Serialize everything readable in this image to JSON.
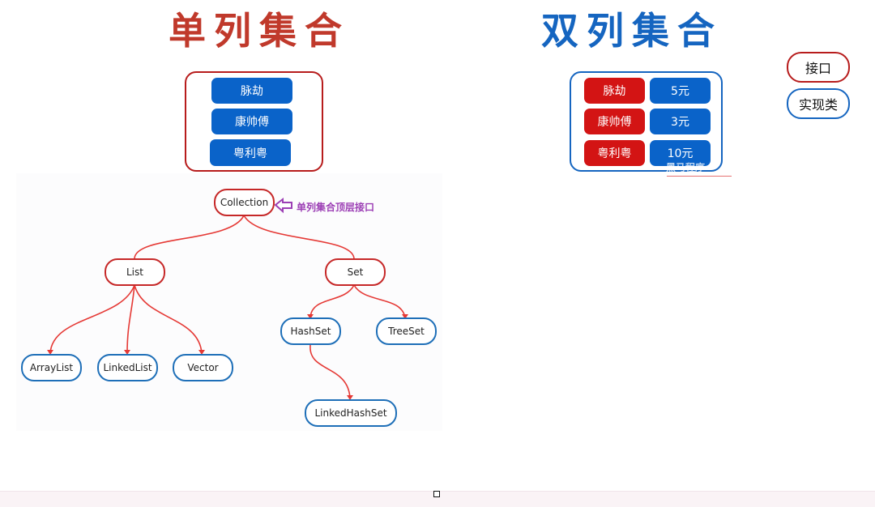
{
  "titles": {
    "single": "单列集合",
    "double": "双列集合"
  },
  "single_panel": {
    "items": [
      "脉劫",
      "康帅傅",
      "粤利粤"
    ]
  },
  "double_panel": {
    "rows": [
      {
        "key": "脉劫",
        "value": "5元"
      },
      {
        "key": "康帅傅",
        "value": "3元"
      },
      {
        "key": "粤利粤",
        "value": "10元"
      }
    ]
  },
  "legend": {
    "interface": "接口",
    "class": "实现类"
  },
  "tree": {
    "root": "Collection",
    "root_annotation": "单列集合顶层接口",
    "list": "List",
    "set": "Set",
    "list_impls": [
      "ArrayList",
      "LinkedList",
      "Vector"
    ],
    "set_impls": [
      "HashSet",
      "TreeSet"
    ],
    "hashset_child": "LinkedHashSet"
  },
  "watermark": "黑马程序",
  "colors": {
    "interface_border": "#c62828",
    "class_border": "#1e6fb8",
    "key_fill": "#d31414",
    "value_fill": "#0a63c9",
    "connector": "#e53935",
    "annotation": "#9c3fb5"
  },
  "icons": {
    "annotation_arrow": "arrow-left-icon"
  }
}
